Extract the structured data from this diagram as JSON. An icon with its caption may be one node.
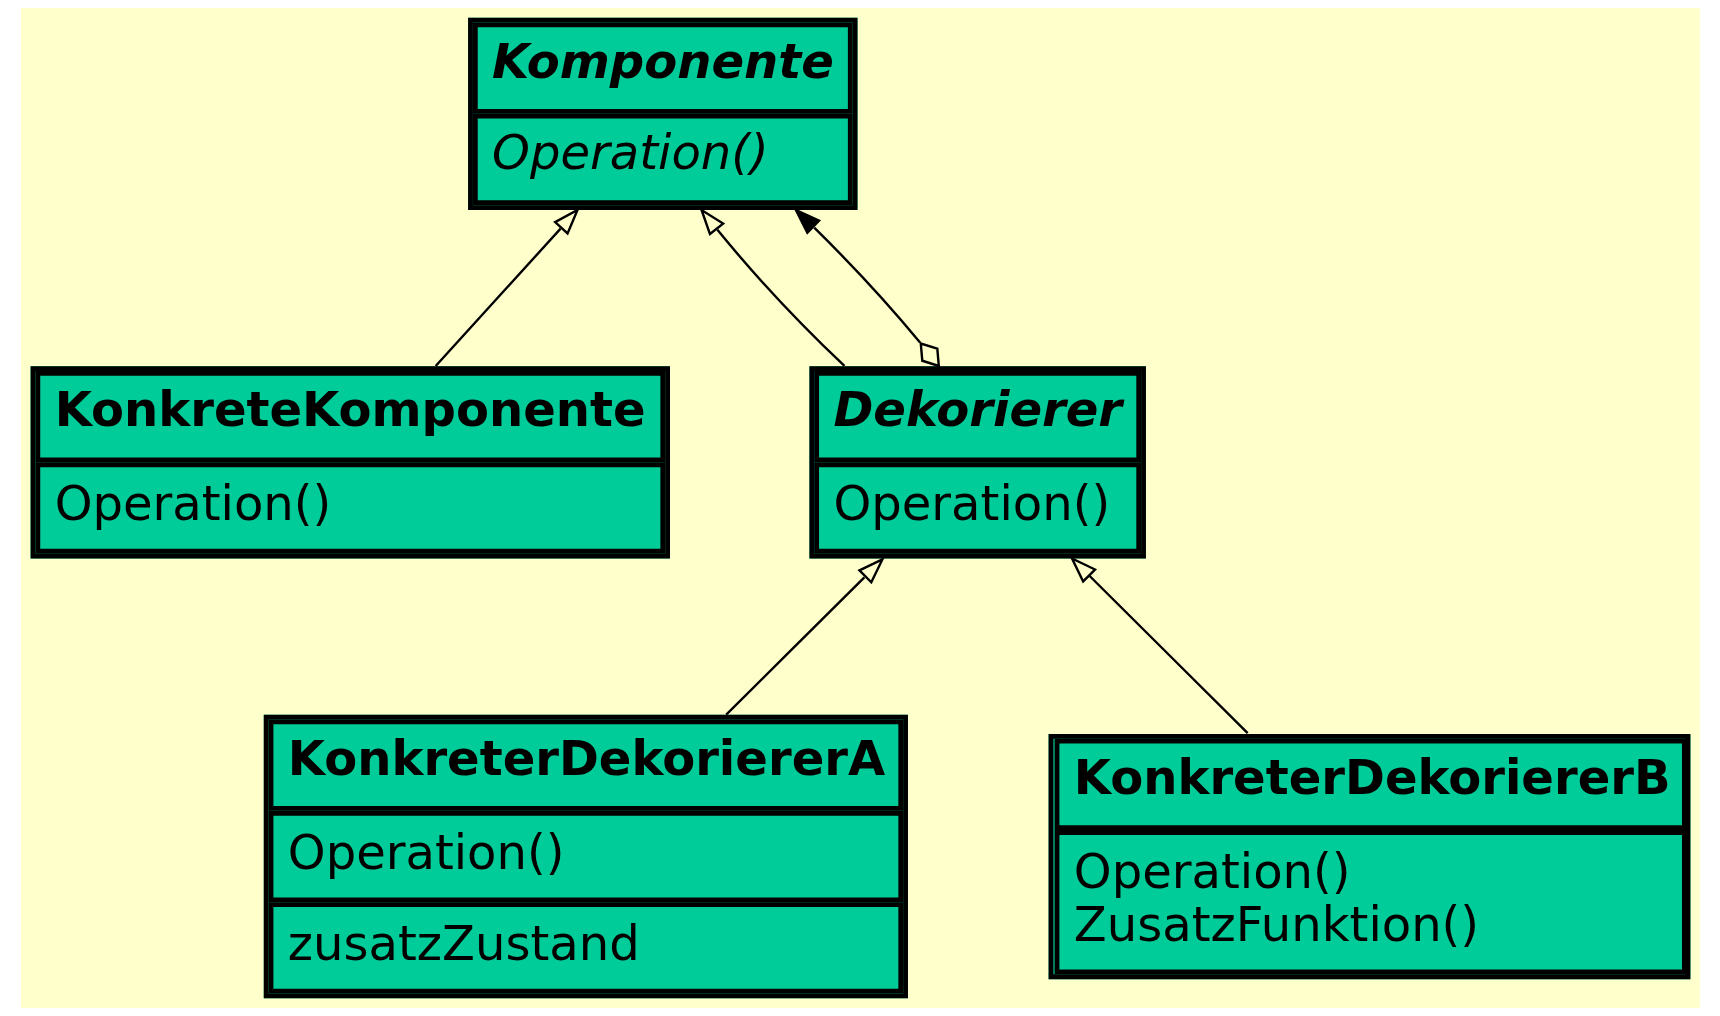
{
  "diagram": {
    "nodes": [
      {
        "text": [
          "Komponente",
          "Operation()"
        ]
      },
      {
        "text": [
          "KonkreteKomponente",
          "Operation()"
        ]
      },
      {
        "text": [
          "Dekorierer",
          "Operation()"
        ]
      },
      {
        "text": [
          "KonkreterDekoriererA",
          "Operation()",
          "zusatzZustand"
        ]
      },
      {
        "text": [
          "KonkreterDekoriererB",
          "Operation()",
          "ZusatzFunktion()"
        ]
      }
    ],
    "edges": [
      {
        "from": 1,
        "to": 0,
        "arrow": "to"
      },
      {
        "from": 2,
        "to": 0,
        "arrow": "to"
      },
      {
        "from": 2,
        "to": 0,
        "arrow": "to"
      },
      {
        "from": 3,
        "to": 2,
        "arrow": "to"
      },
      {
        "from": 4,
        "to": 2,
        "arrow": "to"
      }
    ]
  }
}
